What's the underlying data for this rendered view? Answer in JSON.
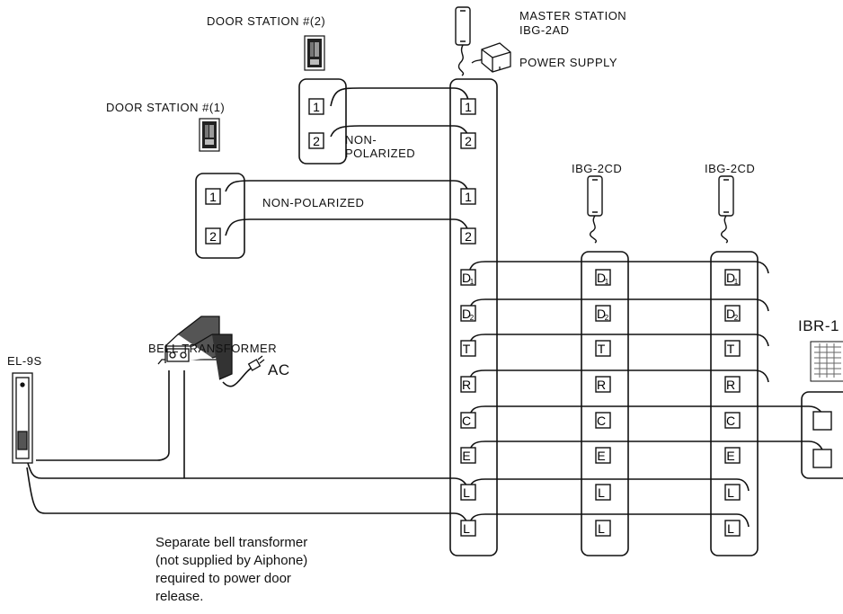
{
  "labels": {
    "door_station_2": "DOOR STATION #(2)",
    "door_station_1": "DOOR STATION #(1)",
    "master_station_line1": "MASTER STATION",
    "master_station_line2": "IBG-2AD",
    "power_supply": "POWER SUPPLY",
    "non_polarized_upper_line1": "NON-",
    "non_polarized_upper_line2": "POLARIZED",
    "non_polarized_lower": "NON-POLARIZED",
    "sub_station_a": "IBG-2CD",
    "sub_station_b": "IBG-2CD",
    "ibr": "IBR-1",
    "bell_transformer": "BELL TRANSFORMER",
    "ac": "AC",
    "el9s": "EL-9S"
  },
  "terminals": {
    "door2": [
      "1",
      "2"
    ],
    "door1": [
      "1",
      "2"
    ],
    "master_top": [
      "1",
      "2",
      "1",
      "2"
    ],
    "bus": [
      "D",
      "D",
      "T",
      "R",
      "C",
      "E",
      "L",
      "L"
    ],
    "bus_subscripts": [
      "1",
      "2",
      "",
      "",
      "",
      "",
      "",
      ""
    ]
  },
  "note_lines": [
    "Separate bell transformer",
    "(not supplied by Aiphone)",
    "required to power door",
    "release."
  ]
}
